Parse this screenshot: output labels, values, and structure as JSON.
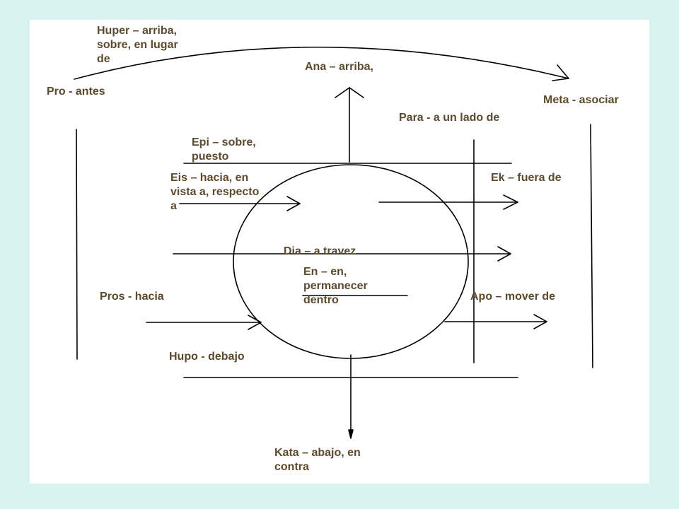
{
  "colors": {
    "background": "#d9f3f0",
    "slide": "#ffffff",
    "stroke": "#000000",
    "text": "#5c4a2f"
  },
  "labels": {
    "huper": "Huper – arriba,\nsobre, en lugar\nde",
    "pro": "Pro - antes",
    "ana": "Ana – arriba,",
    "meta": "Meta - asociar",
    "para": "Para - a un lado de",
    "epi": "Epi – sobre,\npuesto",
    "eis": "Eis – hacia, en\nvista a, respecto\na",
    "ek": "Ek – fuera de",
    "dia": "Dia – a travez",
    "en": "En – en,\npermanecer\ndentro",
    "pros": "Pros - hacia",
    "apo": "Apo – mover de",
    "hupo": "Hupo - debajo",
    "kata": "Kata – abajo, en\ncontra"
  }
}
